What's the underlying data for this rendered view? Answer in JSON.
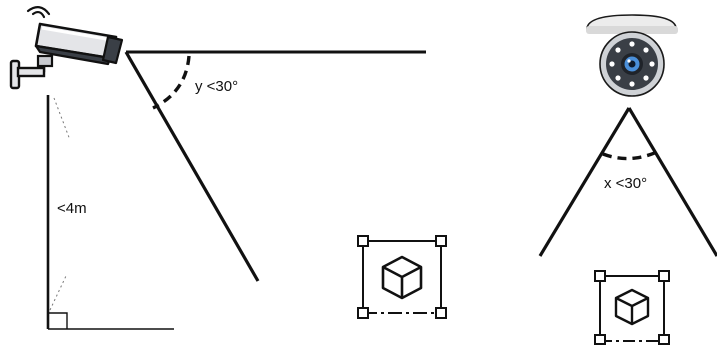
{
  "labels": {
    "height": "<4m",
    "angle_y": "y <30°",
    "angle_x": "x <30°"
  },
  "colors": {
    "stroke": "#111111",
    "camera_body": "#e4e5e8",
    "camera_dark": "#3a3f46",
    "dome_base": "#ececec",
    "lens_blue": "#4a8fd9"
  },
  "icons": {
    "wall_camera": "bullet-camera-icon",
    "dome_camera": "dome-camera-icon",
    "object_left": "3d-object-bounding-box-icon",
    "object_right": "3d-object-bounding-box-icon"
  }
}
